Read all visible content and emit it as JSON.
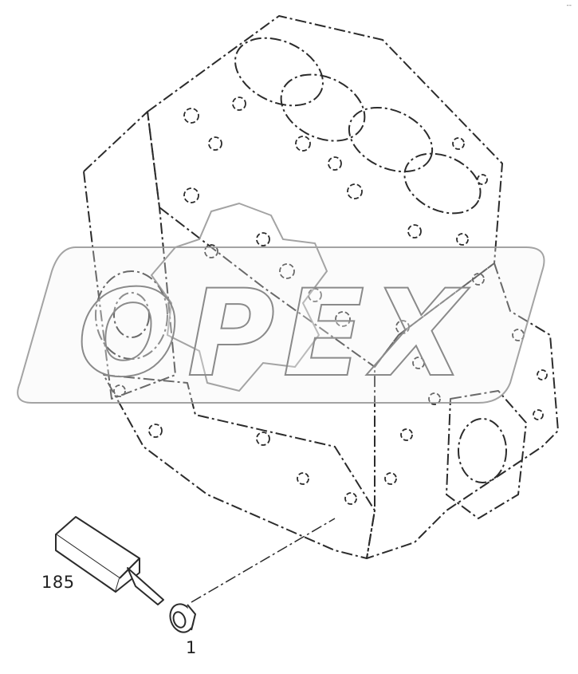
{
  "callouts": {
    "sealant_tube": "185",
    "plug_part": "1"
  },
  "watermark": {
    "text": "OPEX"
  },
  "corner_mark": "--",
  "colors": {
    "line": "#2b2b2b",
    "watermark_fill": "#f2f2f2",
    "watermark_stroke": "#9a9a9a",
    "background": "#ffffff"
  }
}
